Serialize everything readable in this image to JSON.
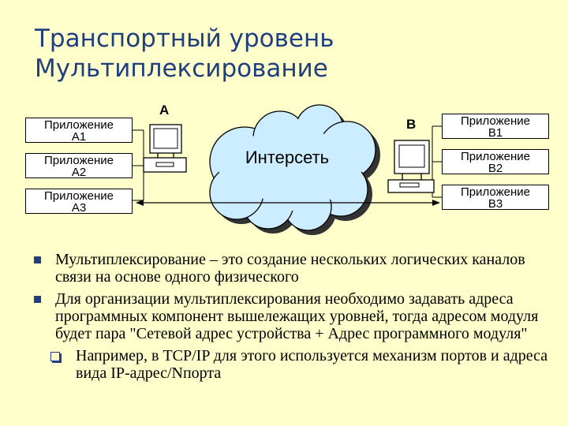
{
  "title": {
    "line1": "Транспортный уровень",
    "line2": "Мультиплексирование"
  },
  "diagram": {
    "cloud_label": "Интерсеть",
    "host_a": "A",
    "host_b": "B",
    "apps_a": [
      {
        "line1": "Приложение",
        "line2": "А1"
      },
      {
        "line1": "Приложение",
        "line2": "А2"
      },
      {
        "line1": "Приложение",
        "line2": "А3"
      }
    ],
    "apps_b": [
      {
        "line1": "Приложение",
        "line2": "В1"
      },
      {
        "line1": "Приложение",
        "line2": "В2"
      },
      {
        "line1": "Приложение",
        "line2": "В3"
      }
    ],
    "colors": {
      "cloud": "#ccecff",
      "title": "#1f3f7f",
      "background": "#ffffcc"
    }
  },
  "bullets": [
    "Мультиплексирование – это создание нескольких логических каналов связи на основе одного физического",
    "Для организации мультиплексирования необходимо задавать адреса программных компонент вышележащих уровней, тогда адресом модуля будет пара \"Сетевой адрес устройства + Адрес программного модуля\""
  ],
  "sub_bullet": "Например, в TCP/IP для этого используется механизм портов и адреса вида IP-адрес/Nпорта"
}
